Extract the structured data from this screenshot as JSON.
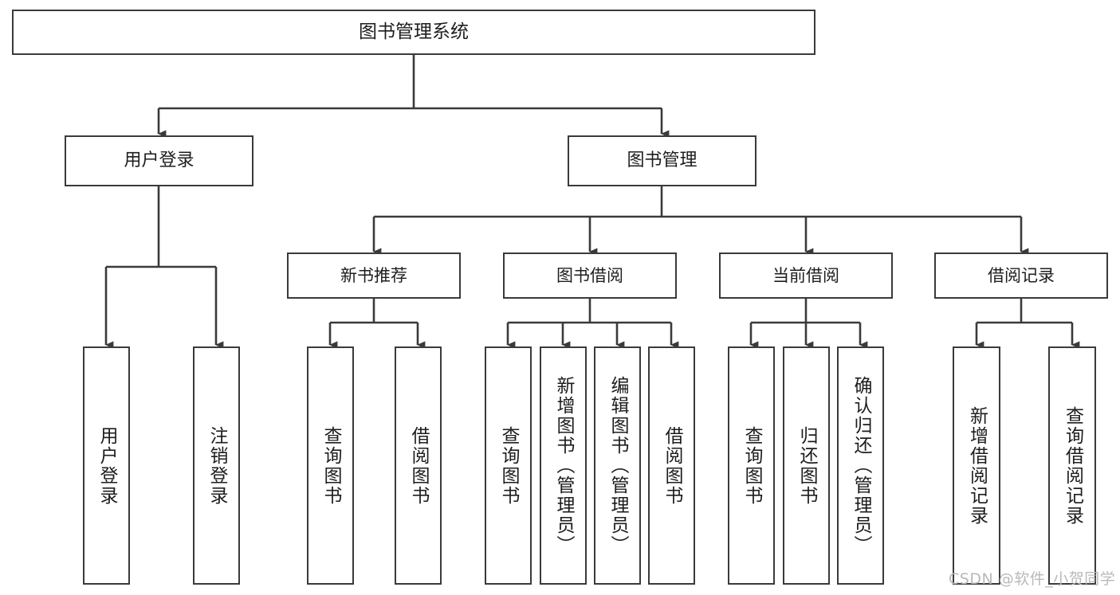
{
  "diagram": {
    "title": "图书管理系统",
    "watermark": "CSDN @软件_小贺同学",
    "colors": {
      "background": "#ffffff",
      "stroke": "#3a3a3a",
      "text": "#1d1d1d",
      "watermark": "#b9b9b9"
    },
    "root": {
      "label": "图书管理系统"
    },
    "level1": [
      {
        "label": "用户登录"
      },
      {
        "label": "图书管理"
      }
    ],
    "level2": [
      {
        "label": "新书推荐"
      },
      {
        "label": "图书借阅"
      },
      {
        "label": "当前借阅"
      },
      {
        "label": "借阅记录"
      }
    ],
    "leaves": {
      "user_login": [
        {
          "label": "用户登录"
        },
        {
          "label": "注销登录"
        }
      ],
      "new_book_recommend": [
        {
          "label": "查询图书"
        },
        {
          "label": "借阅图书"
        }
      ],
      "book_borrow": [
        {
          "label": "查询图书"
        },
        {
          "label": "新增图书（管理员）"
        },
        {
          "label": "编辑图书（管理员）"
        },
        {
          "label": "借阅图书"
        }
      ],
      "current_borrow": [
        {
          "label": "查询图书"
        },
        {
          "label": "归还图书"
        },
        {
          "label": "确认归还（管理员）"
        }
      ],
      "borrow_record": [
        {
          "label": "新增借阅记录"
        },
        {
          "label": "查询借阅记录"
        }
      ]
    }
  }
}
